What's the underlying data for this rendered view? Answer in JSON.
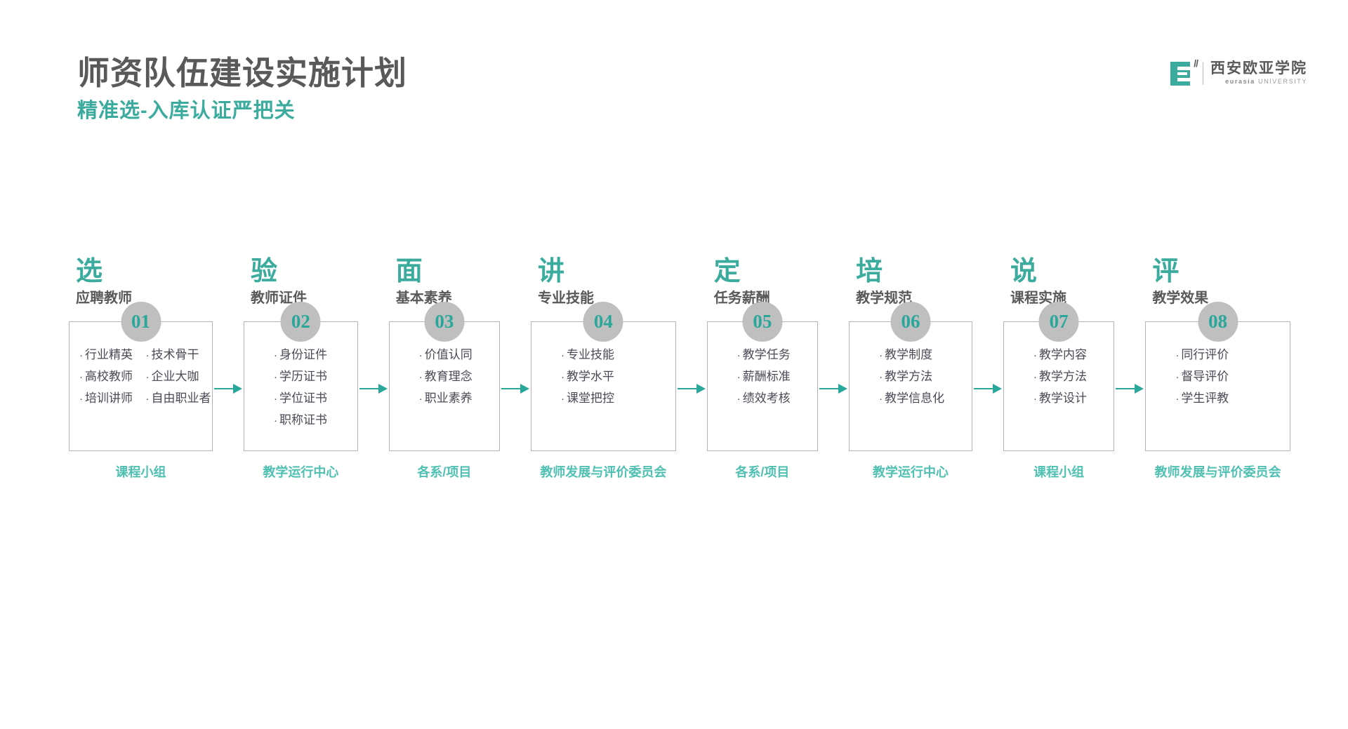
{
  "header": {
    "title": "师资队伍建设实施计划",
    "subtitle": "精准选-入库认证严把关"
  },
  "logo": {
    "mark": "E",
    "quote": "//",
    "name_cn": "西安欧亚学院",
    "name_en_brand": "eurasia",
    "name_en_suffix": "UNIVERSITY"
  },
  "colors": {
    "teal": "#3bab9e",
    "teal_light": "#4fc0b2",
    "teal_number": "#2aa79b",
    "gray_title": "#595959",
    "gray_badge": "#bfbfbf",
    "border": "#b3b3b3",
    "bullet_text": "#4a4a55"
  },
  "flow": {
    "arrow_icon": "arrow-right-icon",
    "steps": [
      {
        "kanji": "选",
        "head_sub": "应聘教师",
        "number": "01",
        "layout": "two-column",
        "bullet_rows": [
          [
            "行业精英",
            "技术骨干"
          ],
          [
            "高校教师",
            "企业大咖"
          ],
          [
            "培训讲师",
            "自由职业者"
          ]
        ],
        "footer": "课程小组"
      },
      {
        "kanji": "验",
        "head_sub": "教师证件",
        "number": "02",
        "layout": "one-column",
        "bullets": [
          "身份证件",
          "学历证书",
          "学位证书",
          "职称证书"
        ],
        "footer": "教学运行中心"
      },
      {
        "kanji": "面",
        "head_sub": "基本素养",
        "number": "03",
        "layout": "one-column",
        "bullets": [
          "价值认同",
          "教育理念",
          "职业素养"
        ],
        "footer": "各系/项目"
      },
      {
        "kanji": "讲",
        "head_sub": "专业技能",
        "number": "04",
        "layout": "one-column",
        "bullets": [
          "专业技能",
          "教学水平",
          "课堂把控"
        ],
        "footer": "教师发展与评价委员会"
      },
      {
        "kanji": "定",
        "head_sub": "任务薪酬",
        "number": "05",
        "layout": "one-column",
        "bullets": [
          "教学任务",
          "薪酬标准",
          "绩效考核"
        ],
        "footer": "各系/项目"
      },
      {
        "kanji": "培",
        "head_sub": "教学规范",
        "number": "06",
        "layout": "one-column",
        "bullets": [
          "教学制度",
          "教学方法",
          "教学信息化"
        ],
        "footer": "教学运行中心"
      },
      {
        "kanji": "说",
        "head_sub": "课程实施",
        "number": "07",
        "layout": "one-column",
        "bullets": [
          "教学内容",
          "教学方法",
          "教学设计"
        ],
        "footer": "课程小组"
      },
      {
        "kanji": "评",
        "head_sub": "教学效果",
        "number": "08",
        "layout": "one-column",
        "bullets": [
          "同行评价",
          "督导评价",
          "学生评教"
        ],
        "footer": "教师发展与评价委员会"
      }
    ]
  }
}
